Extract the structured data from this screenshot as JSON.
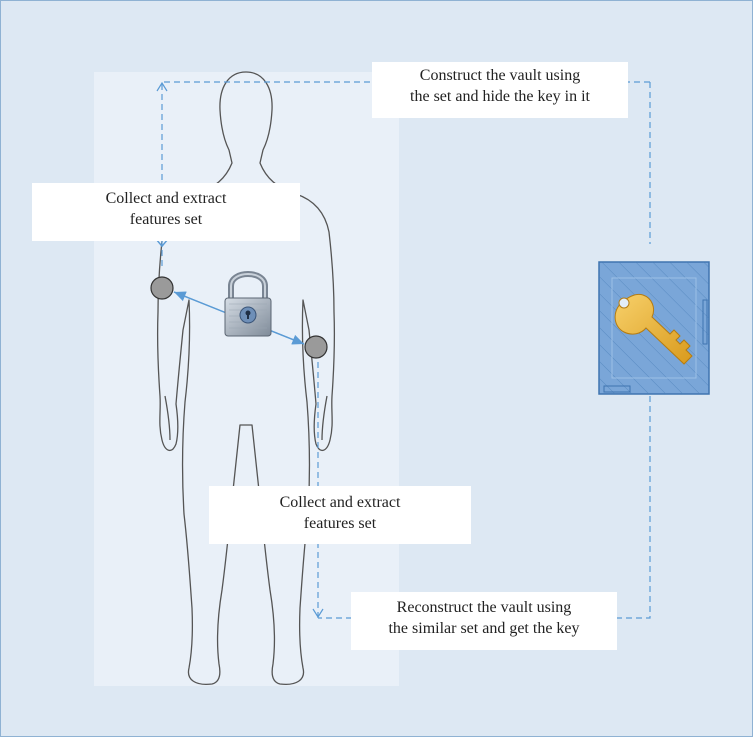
{
  "labels": {
    "construct_vault": {
      "line1": "Construct the vault using",
      "line2": "the set and hide the key in it"
    },
    "collect_upper": {
      "line1": "Collect and extract",
      "line2": "features set"
    },
    "collect_lower": {
      "line1": "Collect and extract",
      "line2": "features set"
    },
    "reconstruct_vault": {
      "line1": "Reconstruct the vault using",
      "line2": "the similar set and get the key"
    }
  },
  "icons": [
    "human-body-outline",
    "padlock-icon",
    "vault-icon",
    "key-icon",
    "sensor-point-icon"
  ],
  "colors": {
    "background": "#dde8f3",
    "body_panel": "#e9f0f8",
    "dashed_line": "#5b9bd5",
    "sensor_dot": "#9a9a9a",
    "vault_fill": "#7aa6d8",
    "key_fill": "#f2b632"
  }
}
